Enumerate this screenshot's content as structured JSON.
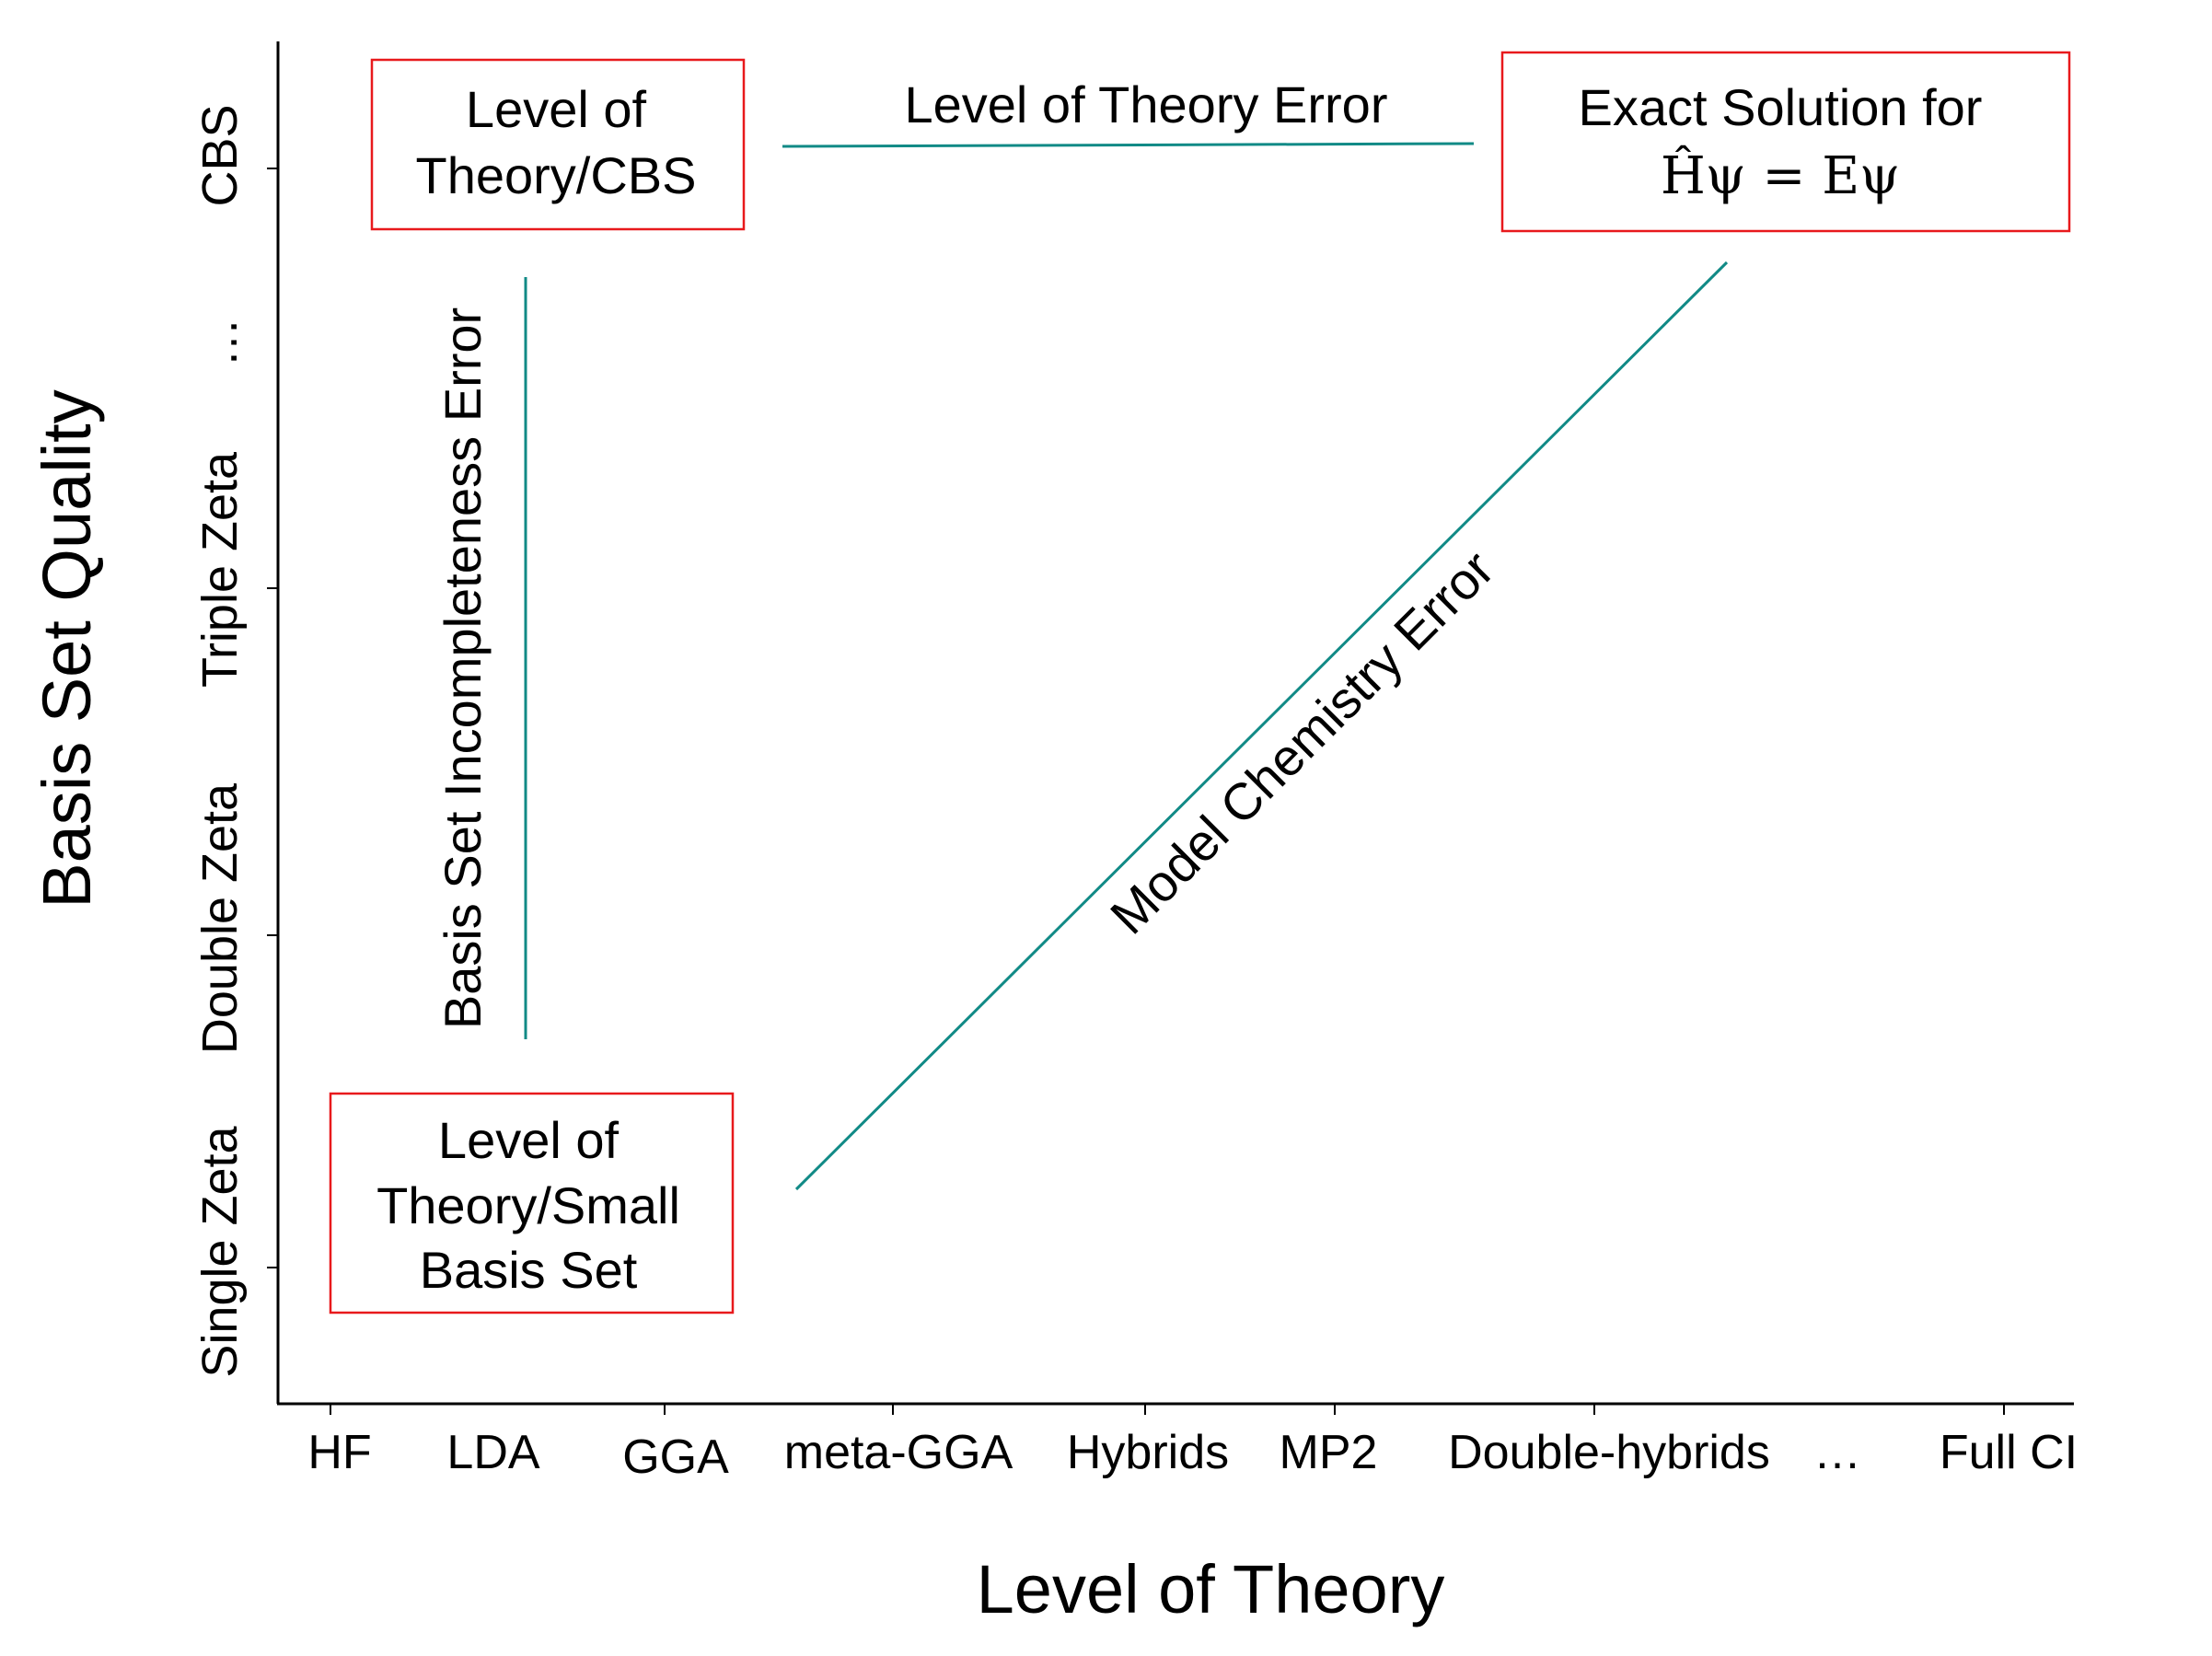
{
  "axes": {
    "x_title": "Level of Theory",
    "y_title": "Basis Set Quality",
    "x_categories": [
      "HF",
      "LDA",
      "GGA",
      "meta-GGA",
      "Hybrids",
      "MP2",
      "Double-hybrids",
      "…",
      "Full CI"
    ],
    "y_categories": [
      "Single Zeta",
      "Double Zeta",
      "Triple Zeta",
      "…",
      "CBS"
    ]
  },
  "boxes": {
    "top_left": {
      "line1": "Level of",
      "line2": "Theory/CBS"
    },
    "top_right": {
      "line1": "Exact Solution for",
      "equation": "Ĥψ = Eψ"
    },
    "bottom_left": {
      "line1": "Level of",
      "line2": "Theory/Small",
      "line3": "Basis Set"
    }
  },
  "errors": {
    "horizontal": "Level of Theory Error",
    "vertical": "Basis Set Incompleteness Error",
    "diagonal": "Model Chemistry Error"
  },
  "colors": {
    "axis": "#000000",
    "box_border": "#e8191c",
    "error_line": "#118a86"
  }
}
